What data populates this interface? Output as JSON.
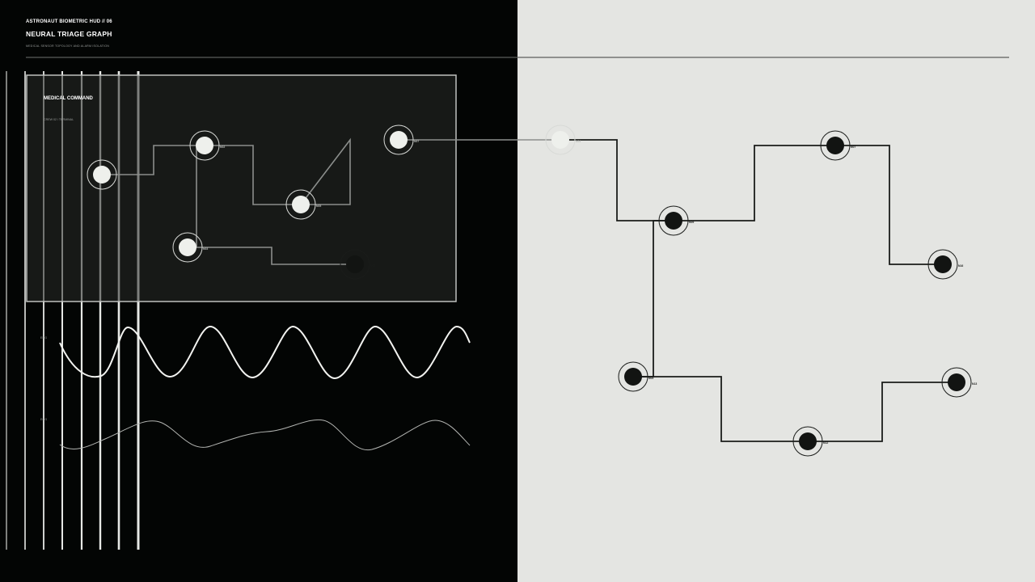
{
  "header": {
    "kicker": "ASTRONAUT BIOMETRIC HUD // 06",
    "title": "NEURAL TRIAGE GRAPH",
    "subtitle": "MEDICAL SENSOR TOPOLOGY AND ALARM ISOLATION"
  },
  "panel": {
    "title": "MEDICAL COMMAND",
    "subtitle": "CREW 02 / TERMINAL"
  },
  "traces": {
    "top_label": "EEG",
    "bottom_label": "ECG"
  },
  "nodes": [
    {
      "id": "n1",
      "label": "",
      "side": "dark"
    },
    {
      "id": "n2",
      "label": "N02",
      "side": "dark"
    },
    {
      "id": "n3",
      "label": "N05",
      "side": "dark"
    },
    {
      "id": "n4",
      "label": "N07",
      "side": "dark"
    },
    {
      "id": "n5",
      "label": "N04",
      "side": "dark"
    },
    {
      "id": "n6",
      "label": "N03",
      "side": "dark"
    },
    {
      "id": "n7",
      "label": "N07",
      "side": "light"
    },
    {
      "id": "n8",
      "label": "N09",
      "side": "light"
    },
    {
      "id": "n9",
      "label": "N07",
      "side": "light"
    },
    {
      "id": "n10",
      "label": "N16",
      "side": "light"
    },
    {
      "id": "n11",
      "label": "N05",
      "side": "light"
    },
    {
      "id": "n12",
      "label": "N12",
      "side": "light"
    },
    {
      "id": "n13",
      "label": "N13",
      "side": "light"
    }
  ],
  "edges": [
    [
      "n1",
      "n2"
    ],
    [
      "n2",
      "n4"
    ],
    [
      "n4",
      "n5"
    ],
    [
      "n5",
      "n7"
    ],
    [
      "n2",
      "n3"
    ],
    [
      "n3",
      "n6"
    ],
    [
      "n7",
      "n8"
    ],
    [
      "n8",
      "n9"
    ],
    [
      "n9",
      "n10"
    ],
    [
      "n8",
      "n11"
    ],
    [
      "n11",
      "n12"
    ],
    [
      "n12",
      "n13"
    ]
  ],
  "colors": {
    "dark_bg": "#030504",
    "light_bg": "#e4e5e2",
    "dark_node": "#eef0ec",
    "light_node": "#121412",
    "dark_edge": "#8b8e8c",
    "light_edge": "#1a1c1a"
  }
}
